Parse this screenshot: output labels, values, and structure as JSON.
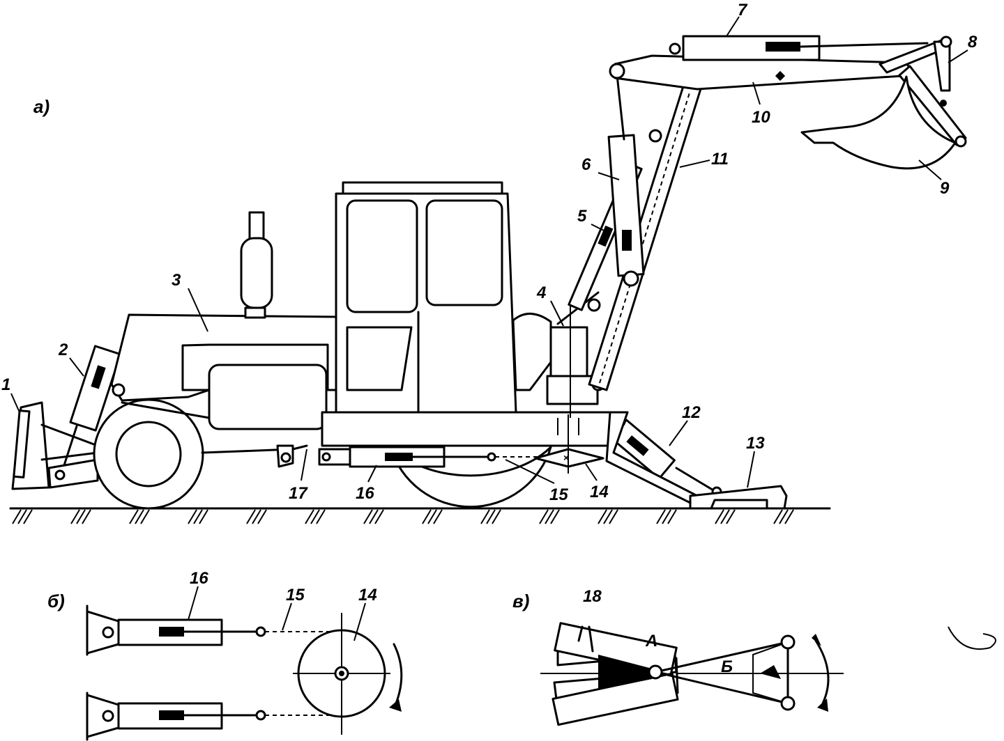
{
  "diagram": {
    "panels": {
      "a": "а)",
      "b": "б)",
      "v": "в)"
    },
    "labels_a": {
      "n1": "1",
      "n2": "2",
      "n3": "3",
      "n4": "4",
      "n5": "5",
      "n6": "6",
      "n7": "7",
      "n8": "8",
      "n9": "9",
      "n10": "10",
      "n11": "11",
      "n12": "12",
      "n13": "13",
      "n14": "14",
      "n15": "15",
      "n16": "16",
      "n17": "17"
    },
    "labels_b": {
      "n16": "16",
      "n15": "15",
      "n14": "14"
    },
    "labels_v": {
      "n18": "18",
      "A": "А",
      "B": "Б"
    }
  }
}
